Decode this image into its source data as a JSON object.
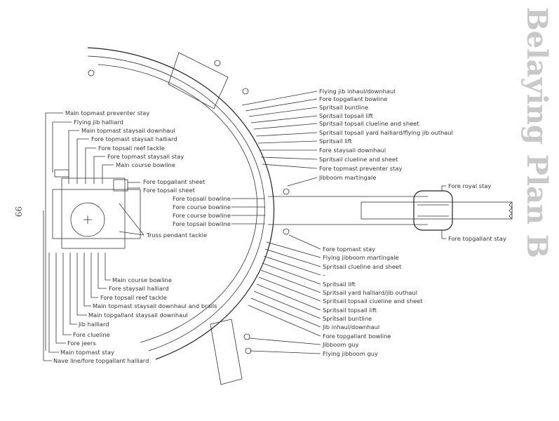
{
  "title": "Belaying Plan B",
  "page_number": "99",
  "left_upper_labels": [
    "Main topmast preventer stay",
    "Flying jib halliard",
    "Main topmast staysail downhaul",
    "Fore topmast staysail halliard",
    "Fore topsail reef tackle",
    "Fore topmast staysail stay",
    "Main course bowline",
    "Fore topgallant sheet",
    "Fore topsail sheet"
  ],
  "center_labels": [
    "Fore topsail bowline",
    "Fore course bowline",
    "Fore course bowline",
    "Fore topsail bowline",
    "Truss pendant tackle"
  ],
  "left_lower_labels": [
    "Main course bowline",
    "Fore staysail halliard",
    "Fore topsail reef tackle",
    "Main topmast staysail downhaul and brails",
    "Main topgallant staysail downhaul",
    "Jib halliard",
    "Fore clueline",
    "Fore jeers",
    "Main topmast stay",
    "Nave line/fore topgallant halliard"
  ],
  "right_upper_labels": [
    "Flying jib inhaul/downhaul",
    "Fore topgallant bowline",
    "Spritsail buntline",
    "Spritsail topsail lift",
    "Spritsail topsail clueline and sheet",
    "Spritsail topsail yard halliard/flying jib outhaul",
    "Spritsail lift",
    "Fore staysail downhaul",
    "Spritsail clueline and sheet",
    "Fore topmast preventer stay",
    "Jibboom martingale"
  ],
  "right_lower_labels": [
    "Fore topmast stay",
    "Flying jibboom martingale",
    "Spritsail clueline and sheet",
    "–",
    "Spritsail lift",
    "Spritsail yard halliard/jib outhaul",
    "Spritsail topsail clueline and sheet",
    "Spritsail topsail lift",
    "Spritsail buntline",
    "Jib inhaul/downhaul",
    "Fore topgallant bowline",
    "Jibboom guy",
    "Flying jibboom guy"
  ],
  "bowsprit_labels": {
    "royal": "Fore royal stay",
    "topgallant": "Fore topgallant stay"
  }
}
